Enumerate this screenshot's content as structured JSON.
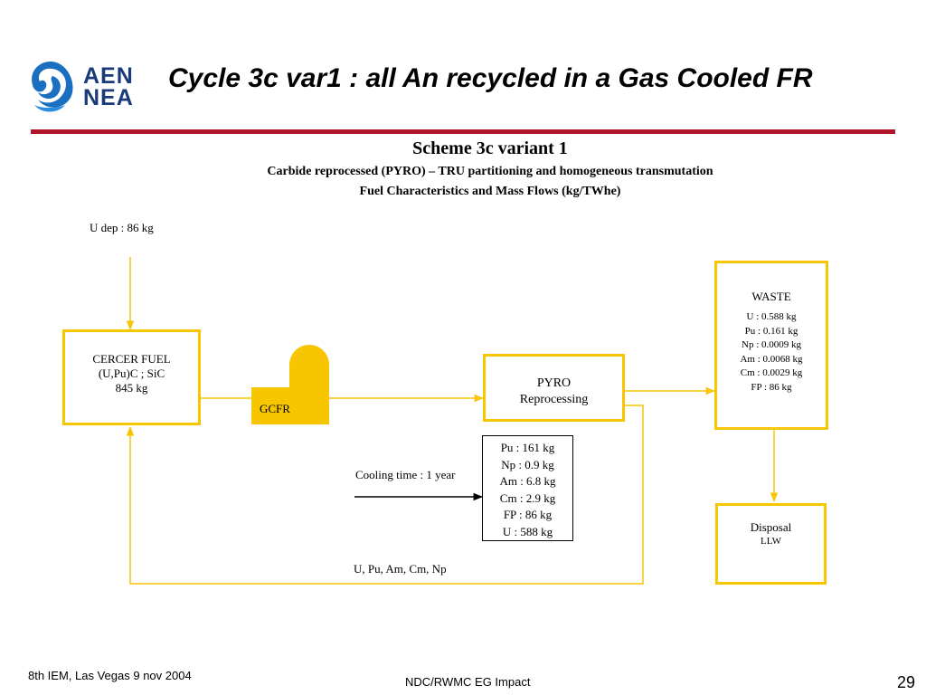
{
  "header": {
    "logo_line1": "AEN",
    "logo_line2": "NEA",
    "title": "Cycle 3c var1 : all An recycled in a Gas Cooled FR"
  },
  "scheme": {
    "title": "Scheme 3c variant 1",
    "subtitle1": "Carbide reprocessed (PYRO) – TRU partitioning and homogeneous transmutation",
    "subtitle2": "Fuel Characteristics and Mass Flows (kg/TWhe)"
  },
  "diagram": {
    "udep_label": "U dep : 86 kg",
    "fuel": {
      "line1": "CERCER FUEL",
      "line2": "(U,Pu)C ; SiC",
      "line3": "845 kg"
    },
    "reactor_label": "GCFR",
    "pyro": {
      "line1": "PYRO",
      "line2": "Reprocessing"
    },
    "waste": {
      "title": "WASTE",
      "lines": [
        "U : 0.588 kg",
        "Pu : 0.161 kg",
        "Np : 0.0009 kg",
        "Am : 0.0068 kg",
        "Cm : 0.0029 kg",
        "FP : 86 kg"
      ]
    },
    "spent": {
      "lines": [
        "Pu : 161 kg",
        "Np : 0.9 kg",
        "Am : 6.8 kg",
        "Cm : 2.9 kg",
        "FP : 86 kg",
        "U : 588 kg"
      ]
    },
    "cooling_label": "Cooling time : 1 year",
    "recycle_label": "U, Pu, Am, Cm, Np",
    "disposal": {
      "line1": "Disposal",
      "line2": "LLW"
    }
  },
  "footer": {
    "left": "8th IEM, Las Vegas 9 nov 2004",
    "center": "NDC/RWMC EG Impact",
    "page": "29"
  },
  "colors": {
    "accent_rule": "#b0152a",
    "flow_yellow": "#f7c600",
    "logo_blue": "#1a6fc0"
  }
}
